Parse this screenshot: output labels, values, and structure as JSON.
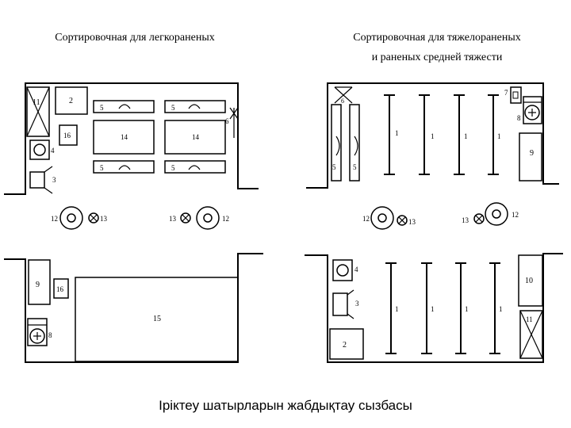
{
  "panels": {
    "left_title": "Сортировочная для легкораненых",
    "right_title_line1": "Сортировочная для тяжелораненых",
    "right_title_line2": "и раненых средней тяжести"
  },
  "caption": "Іріктеу шатырларын жабдықтау сызбасы",
  "labels": {
    "n1": "1",
    "n2": "2",
    "n3": "3",
    "n4": "4",
    "n5": "5",
    "n6": "6",
    "n7": "7",
    "n8": "8",
    "n9": "9",
    "n10": "10",
    "n11": "11",
    "n12": "12",
    "n13": "13",
    "n14": "14",
    "n15": "15",
    "n16": "16"
  }
}
